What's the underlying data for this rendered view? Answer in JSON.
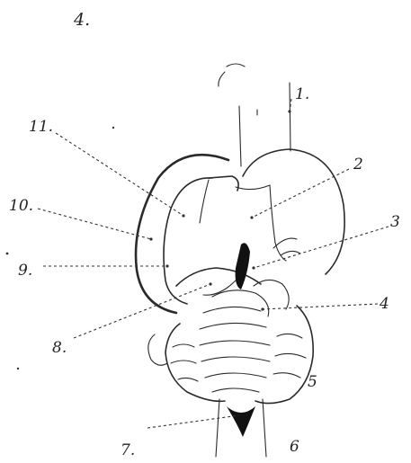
{
  "figure": {
    "number": "4.",
    "labels": [
      {
        "id": "1",
        "text": "1."
      },
      {
        "id": "2",
        "text": "2"
      },
      {
        "id": "3",
        "text": "3"
      },
      {
        "id": "4",
        "text": "4"
      },
      {
        "id": "5",
        "text": "5"
      },
      {
        "id": "6",
        "text": "6"
      },
      {
        "id": "7",
        "text": "7."
      },
      {
        "id": "8",
        "text": "8."
      },
      {
        "id": "9",
        "text": "9."
      },
      {
        "id": "10",
        "text": "10."
      },
      {
        "id": "11",
        "text": "11."
      }
    ]
  }
}
